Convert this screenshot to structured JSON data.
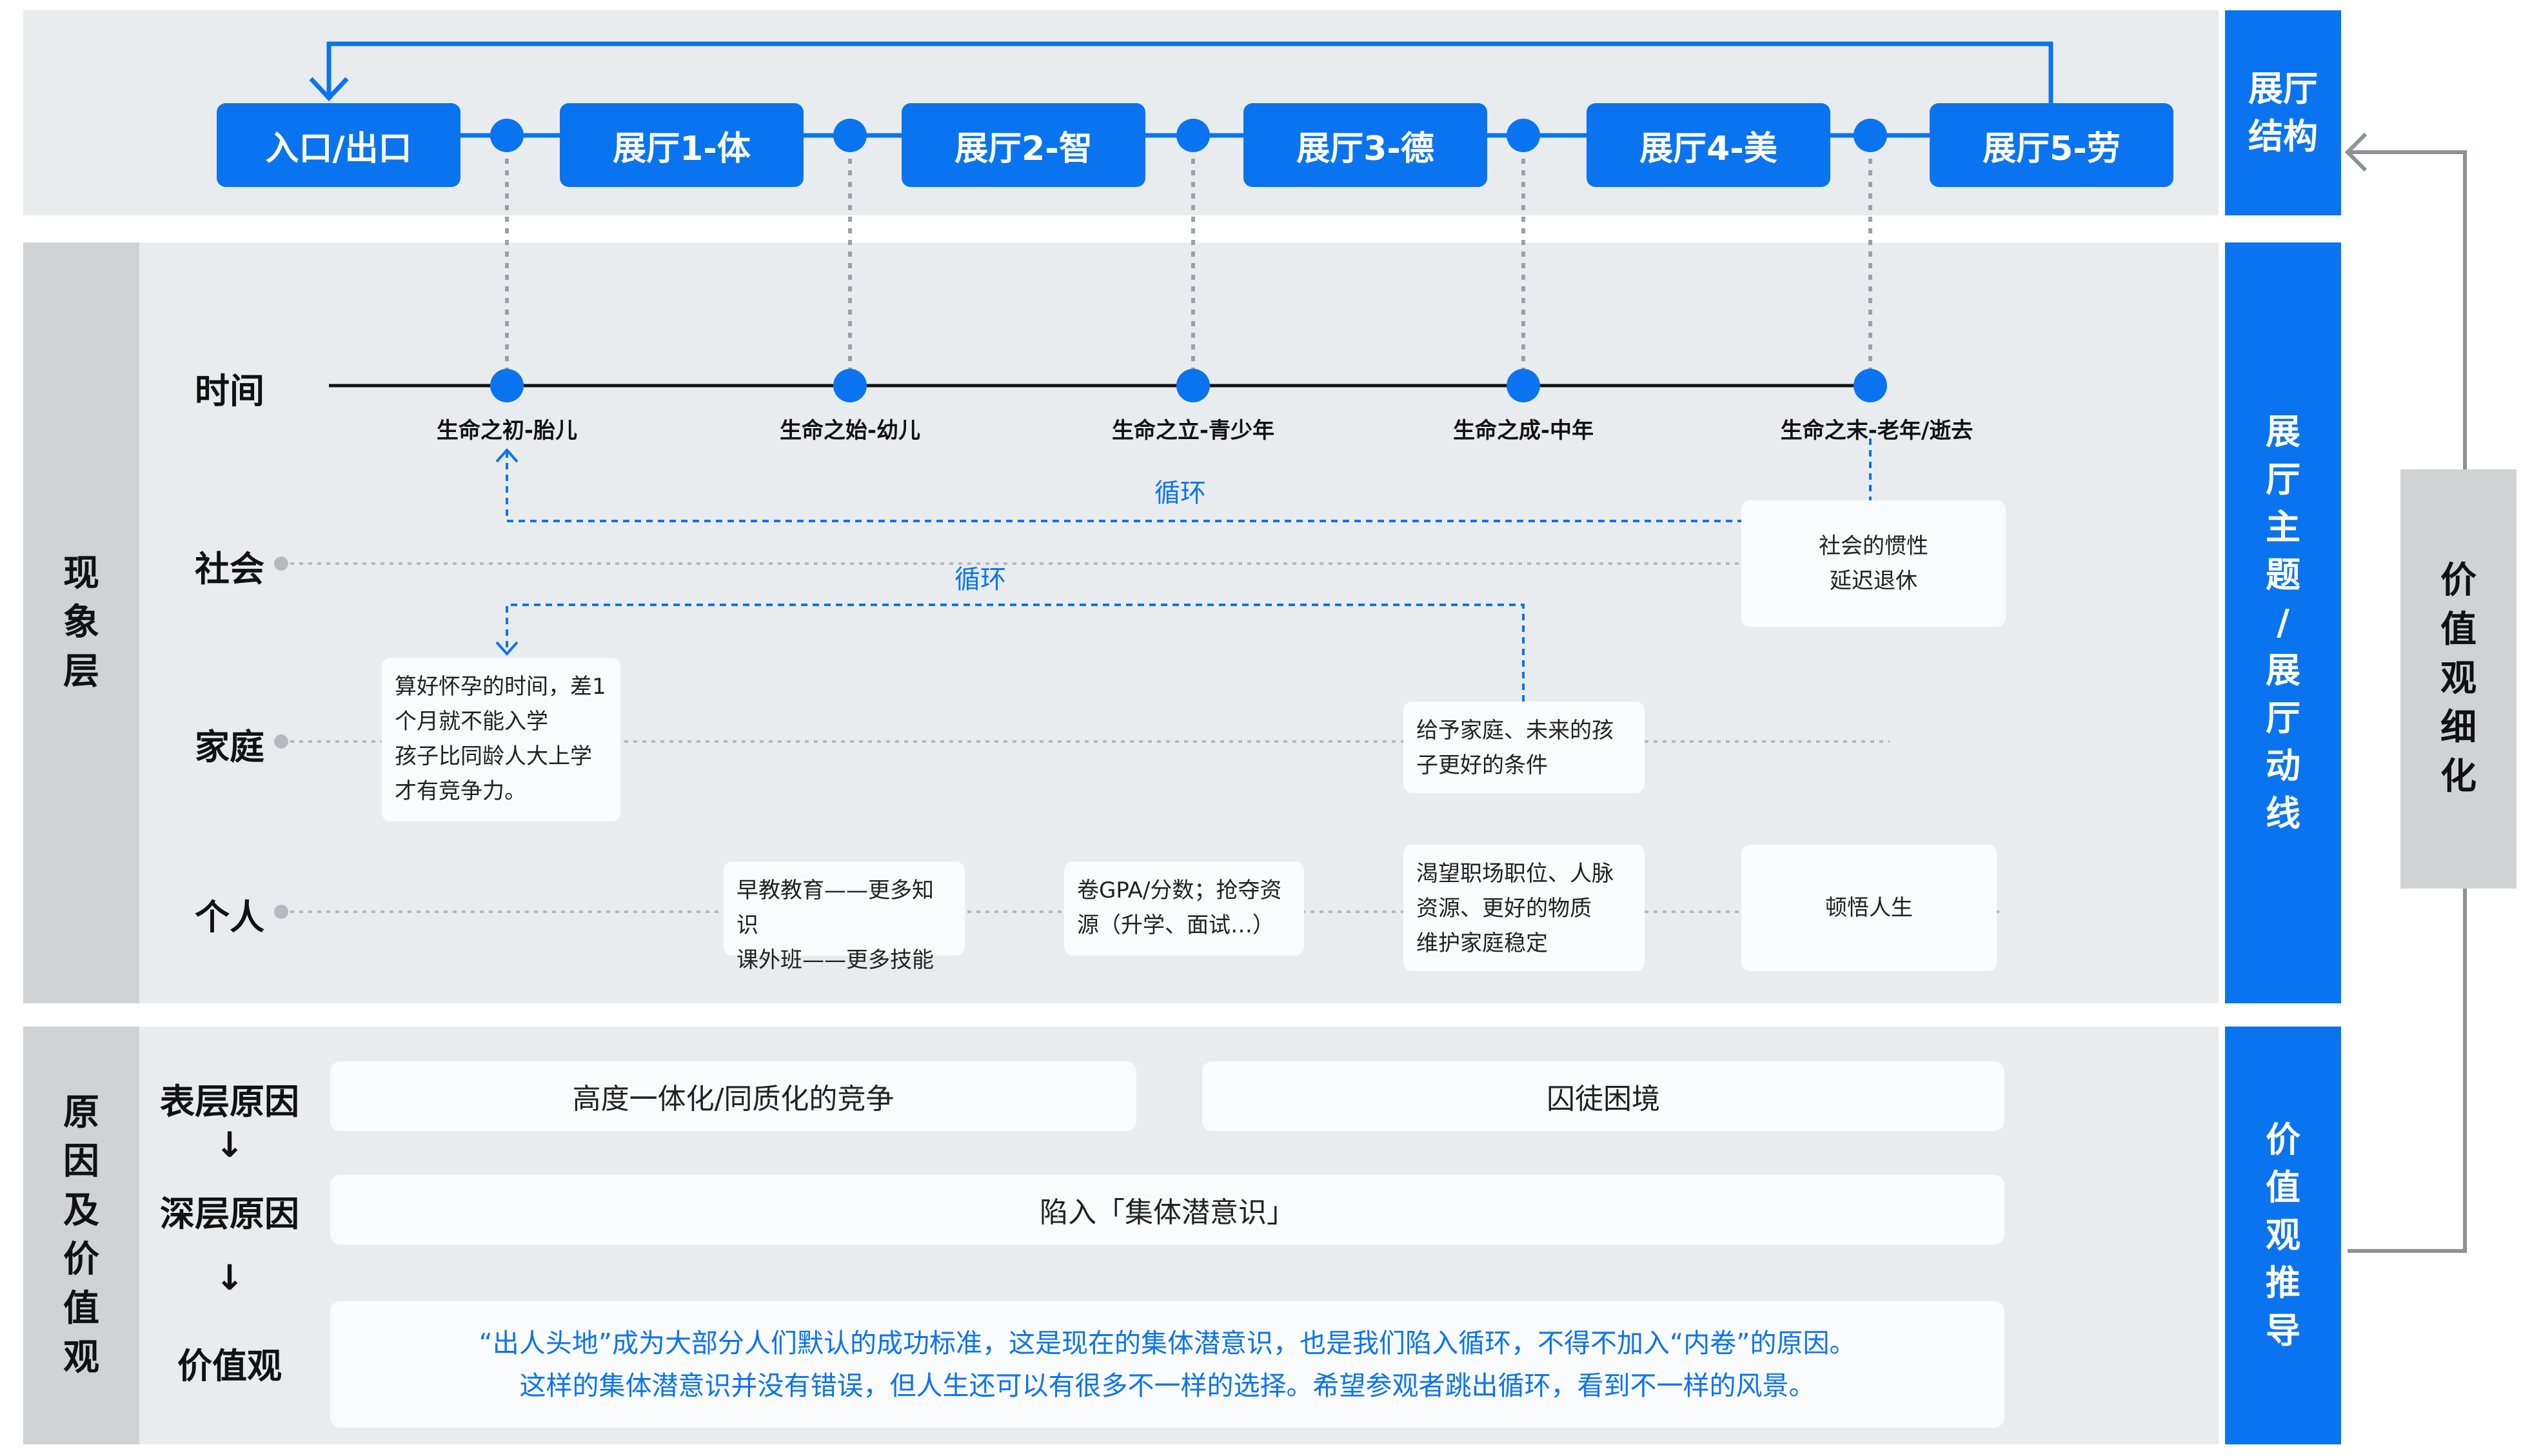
{
  "halls": [
    "入口/出口",
    "展厅1-体",
    "展厅2-智",
    "展厅3-德",
    "展厅4-美",
    "展厅5-劳"
  ],
  "right_labels": {
    "structure": [
      "展",
      "厅",
      "结",
      "构"
    ],
    "theme": [
      "展",
      "厅",
      "主",
      "题",
      "/",
      "展",
      "厅",
      "动",
      "线"
    ],
    "derivation": [
      "价",
      "值",
      "观",
      "推",
      "导"
    ]
  },
  "refine_label": [
    "价",
    "值",
    "观",
    "细",
    "化"
  ],
  "left_labels": {
    "phenomenon": [
      "现",
      "象",
      "层"
    ],
    "cause": [
      "原",
      "因",
      "及",
      "价",
      "值",
      "观"
    ]
  },
  "rows": {
    "time": "时间",
    "society": "社会",
    "family": "家庭",
    "individual": "个人"
  },
  "stages": [
    "生命之初-胎儿",
    "生命之始-幼儿",
    "生命之立-青少年",
    "生命之成-中年",
    "生命之末-老年/逝去"
  ],
  "loop_labels": [
    "循环",
    "循环"
  ],
  "cards": {
    "society_card": [
      "社会的惯性",
      "延迟退休"
    ],
    "family_card_1": [
      "算好怀孕的时间，差1",
      "个月就不能入学",
      "孩子比同龄人大上学",
      "才有竞争力。"
    ],
    "family_card_2": [
      "给予家庭、未来的孩",
      "子更好的条件"
    ],
    "individual_card_1": [
      "早教教育——更多知识",
      "课外班——更多技能"
    ],
    "individual_card_2": [
      "卷GPA/分数；抢夺资",
      "源（升学、面试…）"
    ],
    "individual_card_3": [
      "渴望职场职位、人脉",
      "资源、更好的物质",
      "维护家庭稳定"
    ],
    "individual_card_4": [
      "顿悟人生"
    ]
  },
  "reasons": {
    "surface_label": "表层原因",
    "deep_label": "深层原因",
    "values_label": "价值观",
    "arrow": "↓",
    "surface_1": "高度一体化/同质化的竞争",
    "surface_2": "囚徒困境",
    "deep": "陷入「集体潜意识」",
    "values_line1": "“出人头地”成为大部分人们默认的成功标准，这是现在的集体潜意识，也是我们陷入循环，不得不加入“内卷”的原因。",
    "values_line2": "这样的集体潜意识并没有错误，但人生还可以有很多不一样的选择。希望参观者跳出循环，看到不一样的风景。"
  },
  "colors": {
    "accent": "#0a74f0",
    "band": "#e9ecef",
    "side_band": "#cfd3d6",
    "card": "#fafbfc"
  }
}
